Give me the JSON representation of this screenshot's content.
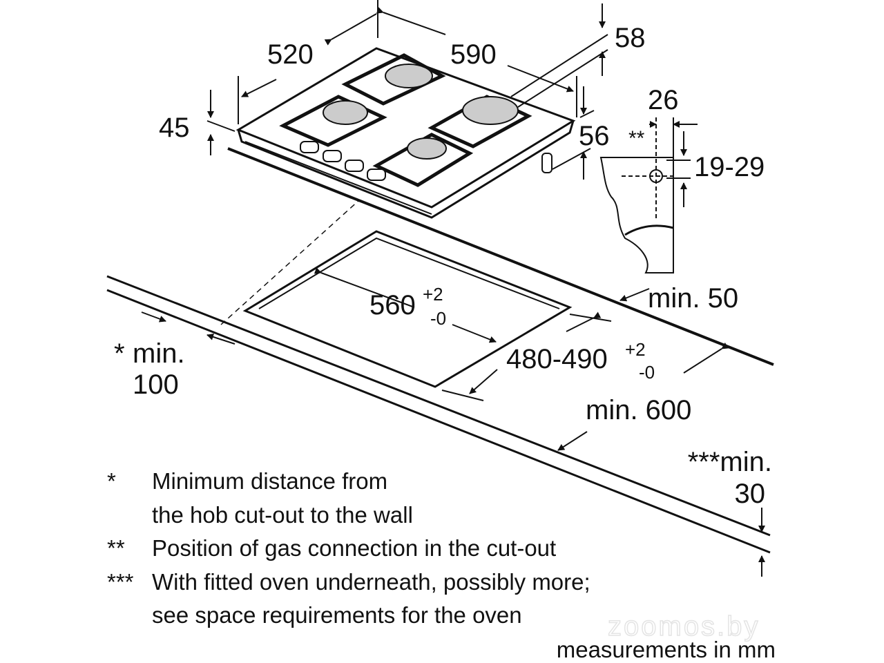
{
  "dimensions": {
    "width": "520",
    "length": "590",
    "height": "45",
    "depth_total": "58",
    "depth_below": "56",
    "gas_offset": "26",
    "gas_marker": "**",
    "gas_height": "19-29",
    "back_min": "min. 50",
    "cutout_width": "560",
    "cutout_width_tol_plus": "+2",
    "cutout_width_tol_minus": "-0",
    "cutout_depth": "480-490",
    "cutout_depth_tol_plus": "+2",
    "cutout_depth_tol_minus": "-0",
    "worktop_min": "min. 600",
    "wall_min_marker": "*",
    "wall_min_label": "min.",
    "wall_min_value": "100",
    "oven_min_label": "***min.",
    "oven_min_value": "30"
  },
  "notes": [
    {
      "marker": "*",
      "lines": [
        "Minimum distance from",
        "the hob cut-out to the wall"
      ]
    },
    {
      "marker": "**",
      "lines": [
        "Position of gas connection in the cut-out"
      ]
    },
    {
      "marker": "***",
      "lines": [
        "With fitted oven underneath, possibly more;",
        "see space requirements for the oven"
      ]
    }
  ],
  "units_note": "measurements in mm",
  "watermark": "zoomos.by"
}
